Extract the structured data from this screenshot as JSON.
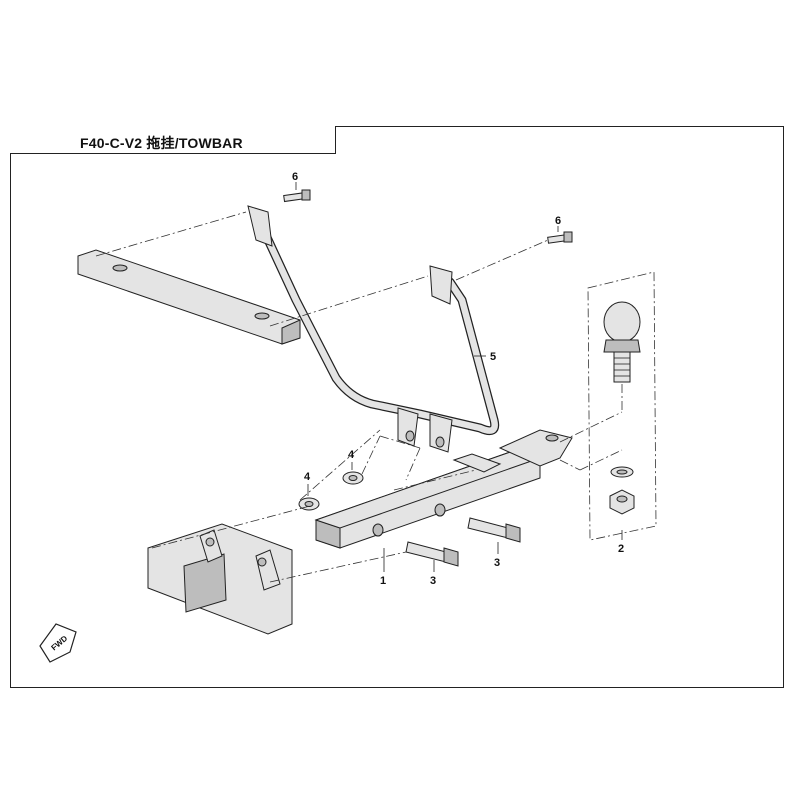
{
  "title": "F40-C-V2 拖挂/TOWBAR",
  "callouts": {
    "c1": "1",
    "c2": "2",
    "c3a": "3",
    "c3b": "3",
    "c4a": "4",
    "c4b": "4",
    "c5": "5",
    "c6a": "6",
    "c6b": "6"
  },
  "fwd_label": "FWD",
  "colors": {
    "line": "#222222",
    "part_fill": "#e4e4e4",
    "part_shade": "#bdbdbd"
  }
}
